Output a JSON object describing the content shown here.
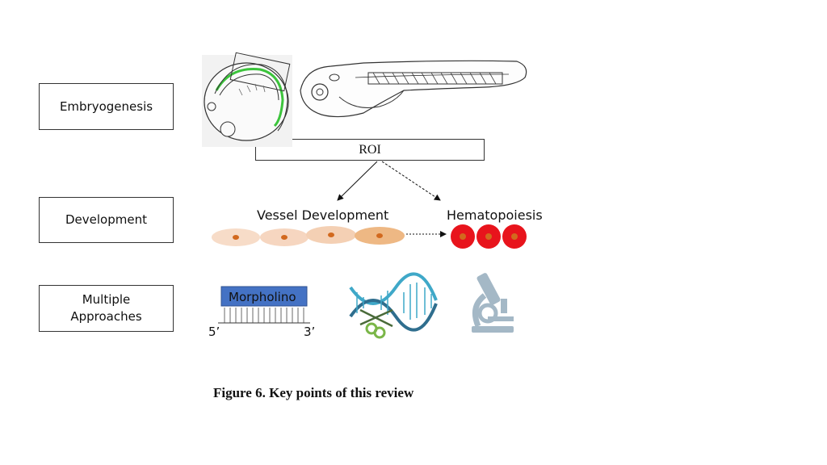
{
  "stages": {
    "embryogenesis": "Embryogenesis",
    "development": "Development",
    "approaches_line1": "Multiple",
    "approaches_line2": "Approaches"
  },
  "roi_label": "ROI",
  "vessel_label": "Vessel Development",
  "hematopoiesis_label": "Hematopoiesis",
  "morpholino": {
    "label": "Morpholino",
    "end5": "5’",
    "end3": "3’"
  },
  "caption": "Figure 6. Key points of this review",
  "icons": [
    "zebrafish-embryo-icon",
    "zebrafish-larva-icon",
    "endothelial-cell-icon",
    "red-blood-cell-icon",
    "dna-scissors-icon",
    "microscope-icon"
  ],
  "colors": {
    "embryo_vessel": "#3cc43c",
    "cell_light": "#f7dcc8",
    "cell_dark": "#eeb884",
    "nucleus": "#d2691e",
    "rbc": "#e8141c",
    "rbc_center": "#d2691e",
    "morpholino_fill": "#4472c4",
    "dna": "#3fa8c8",
    "scissors": "#7ab648",
    "microscope": "#9ab0c0"
  }
}
